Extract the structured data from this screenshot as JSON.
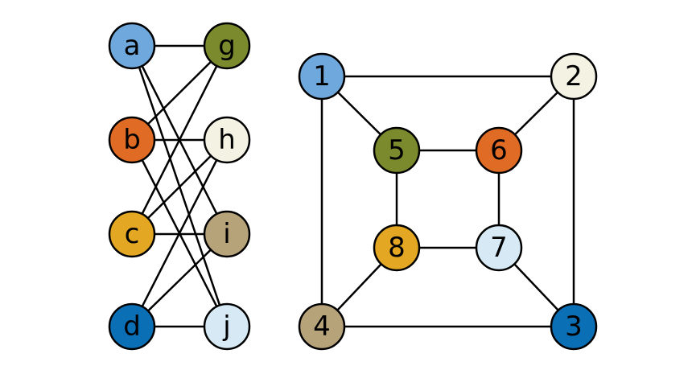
{
  "graphs": [
    {
      "id": "left-graph",
      "nodes": [
        {
          "id": "a",
          "label": "a",
          "color": "#6fa8dc"
        },
        {
          "id": "g",
          "label": "g",
          "color": "#7a8a2c"
        },
        {
          "id": "b",
          "label": "b",
          "color": "#e06b24"
        },
        {
          "id": "h",
          "label": "h",
          "color": "#f4f2e2"
        },
        {
          "id": "c",
          "label": "c",
          "color": "#e3a724"
        },
        {
          "id": "i",
          "label": "i",
          "color": "#b7a37a"
        },
        {
          "id": "d",
          "label": "d",
          "color": "#0b6fb6"
        },
        {
          "id": "j",
          "label": "j",
          "color": "#d6e9f5"
        }
      ],
      "edges": [
        [
          "a",
          "g"
        ],
        [
          "a",
          "i"
        ],
        [
          "a",
          "j"
        ],
        [
          "b",
          "h"
        ],
        [
          "b",
          "g"
        ],
        [
          "b",
          "j"
        ],
        [
          "c",
          "i"
        ],
        [
          "c",
          "g"
        ],
        [
          "c",
          "h"
        ],
        [
          "d",
          "j"
        ],
        [
          "d",
          "h"
        ],
        [
          "d",
          "i"
        ]
      ]
    },
    {
      "id": "right-graph",
      "nodes": [
        {
          "id": "1",
          "label": "1",
          "color": "#6fa8dc"
        },
        {
          "id": "2",
          "label": "2",
          "color": "#f4f2e2"
        },
        {
          "id": "3",
          "label": "3",
          "color": "#0b6fb6"
        },
        {
          "id": "4",
          "label": "4",
          "color": "#b7a37a"
        },
        {
          "id": "5",
          "label": "5",
          "color": "#7a8a2c"
        },
        {
          "id": "6",
          "label": "6",
          "color": "#e06b24"
        },
        {
          "id": "7",
          "label": "7",
          "color": "#d6e9f5"
        },
        {
          "id": "8",
          "label": "8",
          "color": "#e3a724"
        }
      ],
      "edges": [
        [
          "1",
          "2"
        ],
        [
          "2",
          "3"
        ],
        [
          "3",
          "4"
        ],
        [
          "4",
          "1"
        ],
        [
          "5",
          "6"
        ],
        [
          "6",
          "7"
        ],
        [
          "7",
          "8"
        ],
        [
          "8",
          "5"
        ],
        [
          "1",
          "5"
        ],
        [
          "2",
          "6"
        ],
        [
          "3",
          "7"
        ],
        [
          "4",
          "8"
        ]
      ]
    }
  ]
}
